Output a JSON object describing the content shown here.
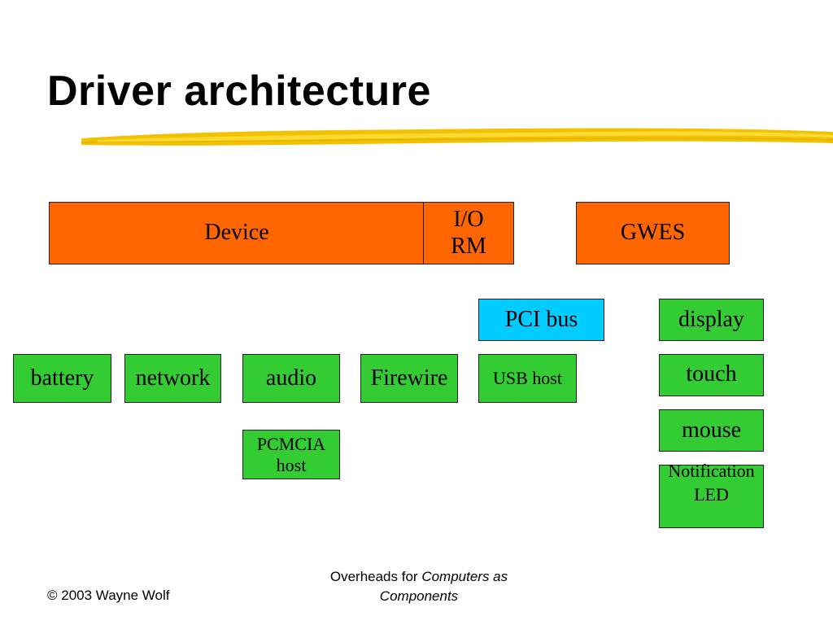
{
  "slide": {
    "title": "Driver architecture"
  },
  "top_row": {
    "device": "Device",
    "io_rm_line1": "I/O",
    "io_rm_line2": "RM",
    "gwes": "GWES"
  },
  "drivers": {
    "pci_bus": "PCI bus",
    "display": "display",
    "battery": "battery",
    "network": "network",
    "audio": "audio",
    "firewire": "Firewire",
    "usb_host": "USB host",
    "touch": "touch",
    "mouse": "mouse",
    "pcmcia_line1": "PCMCIA",
    "pcmcia_line2": "host",
    "notification_line1": "Notification",
    "notification_line2": "LED"
  },
  "footer": {
    "copyright": "© 2003 Wayne Wolf",
    "overheads_prefix": "Overheads for ",
    "overheads_italic": "Computers as Components"
  },
  "colors": {
    "orange": "#ff6600",
    "green": "#33cc33",
    "cyan": "#00ccff",
    "highlighter": "#f2c200"
  }
}
